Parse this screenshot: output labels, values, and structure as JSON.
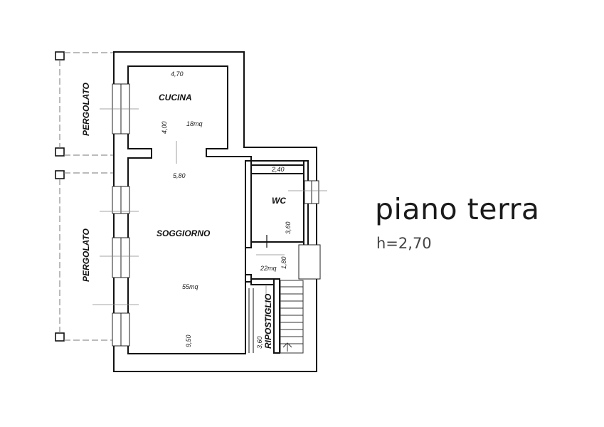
{
  "plan": {
    "title": "piano terra",
    "height_note": "h=2,70",
    "rooms": {
      "cucina": {
        "name": "CUCINA",
        "width": "4,70",
        "depth": "4,00",
        "area": "18mq"
      },
      "soggiorno": {
        "name": "SOGGIORNO",
        "width": "5,80",
        "depth": "9,50",
        "area": "55mq"
      },
      "wc": {
        "name": "WC",
        "width": "2,40",
        "depth": "3,60"
      },
      "disimpegno": {
        "depth": "1,80",
        "area": "22mq"
      },
      "ripostiglio": {
        "name": "RIPOSTIGLIO",
        "depth": "3,60"
      }
    },
    "pergolato_top": "PERGOLATO",
    "pergolato_bottom": "PERGOLATO"
  }
}
